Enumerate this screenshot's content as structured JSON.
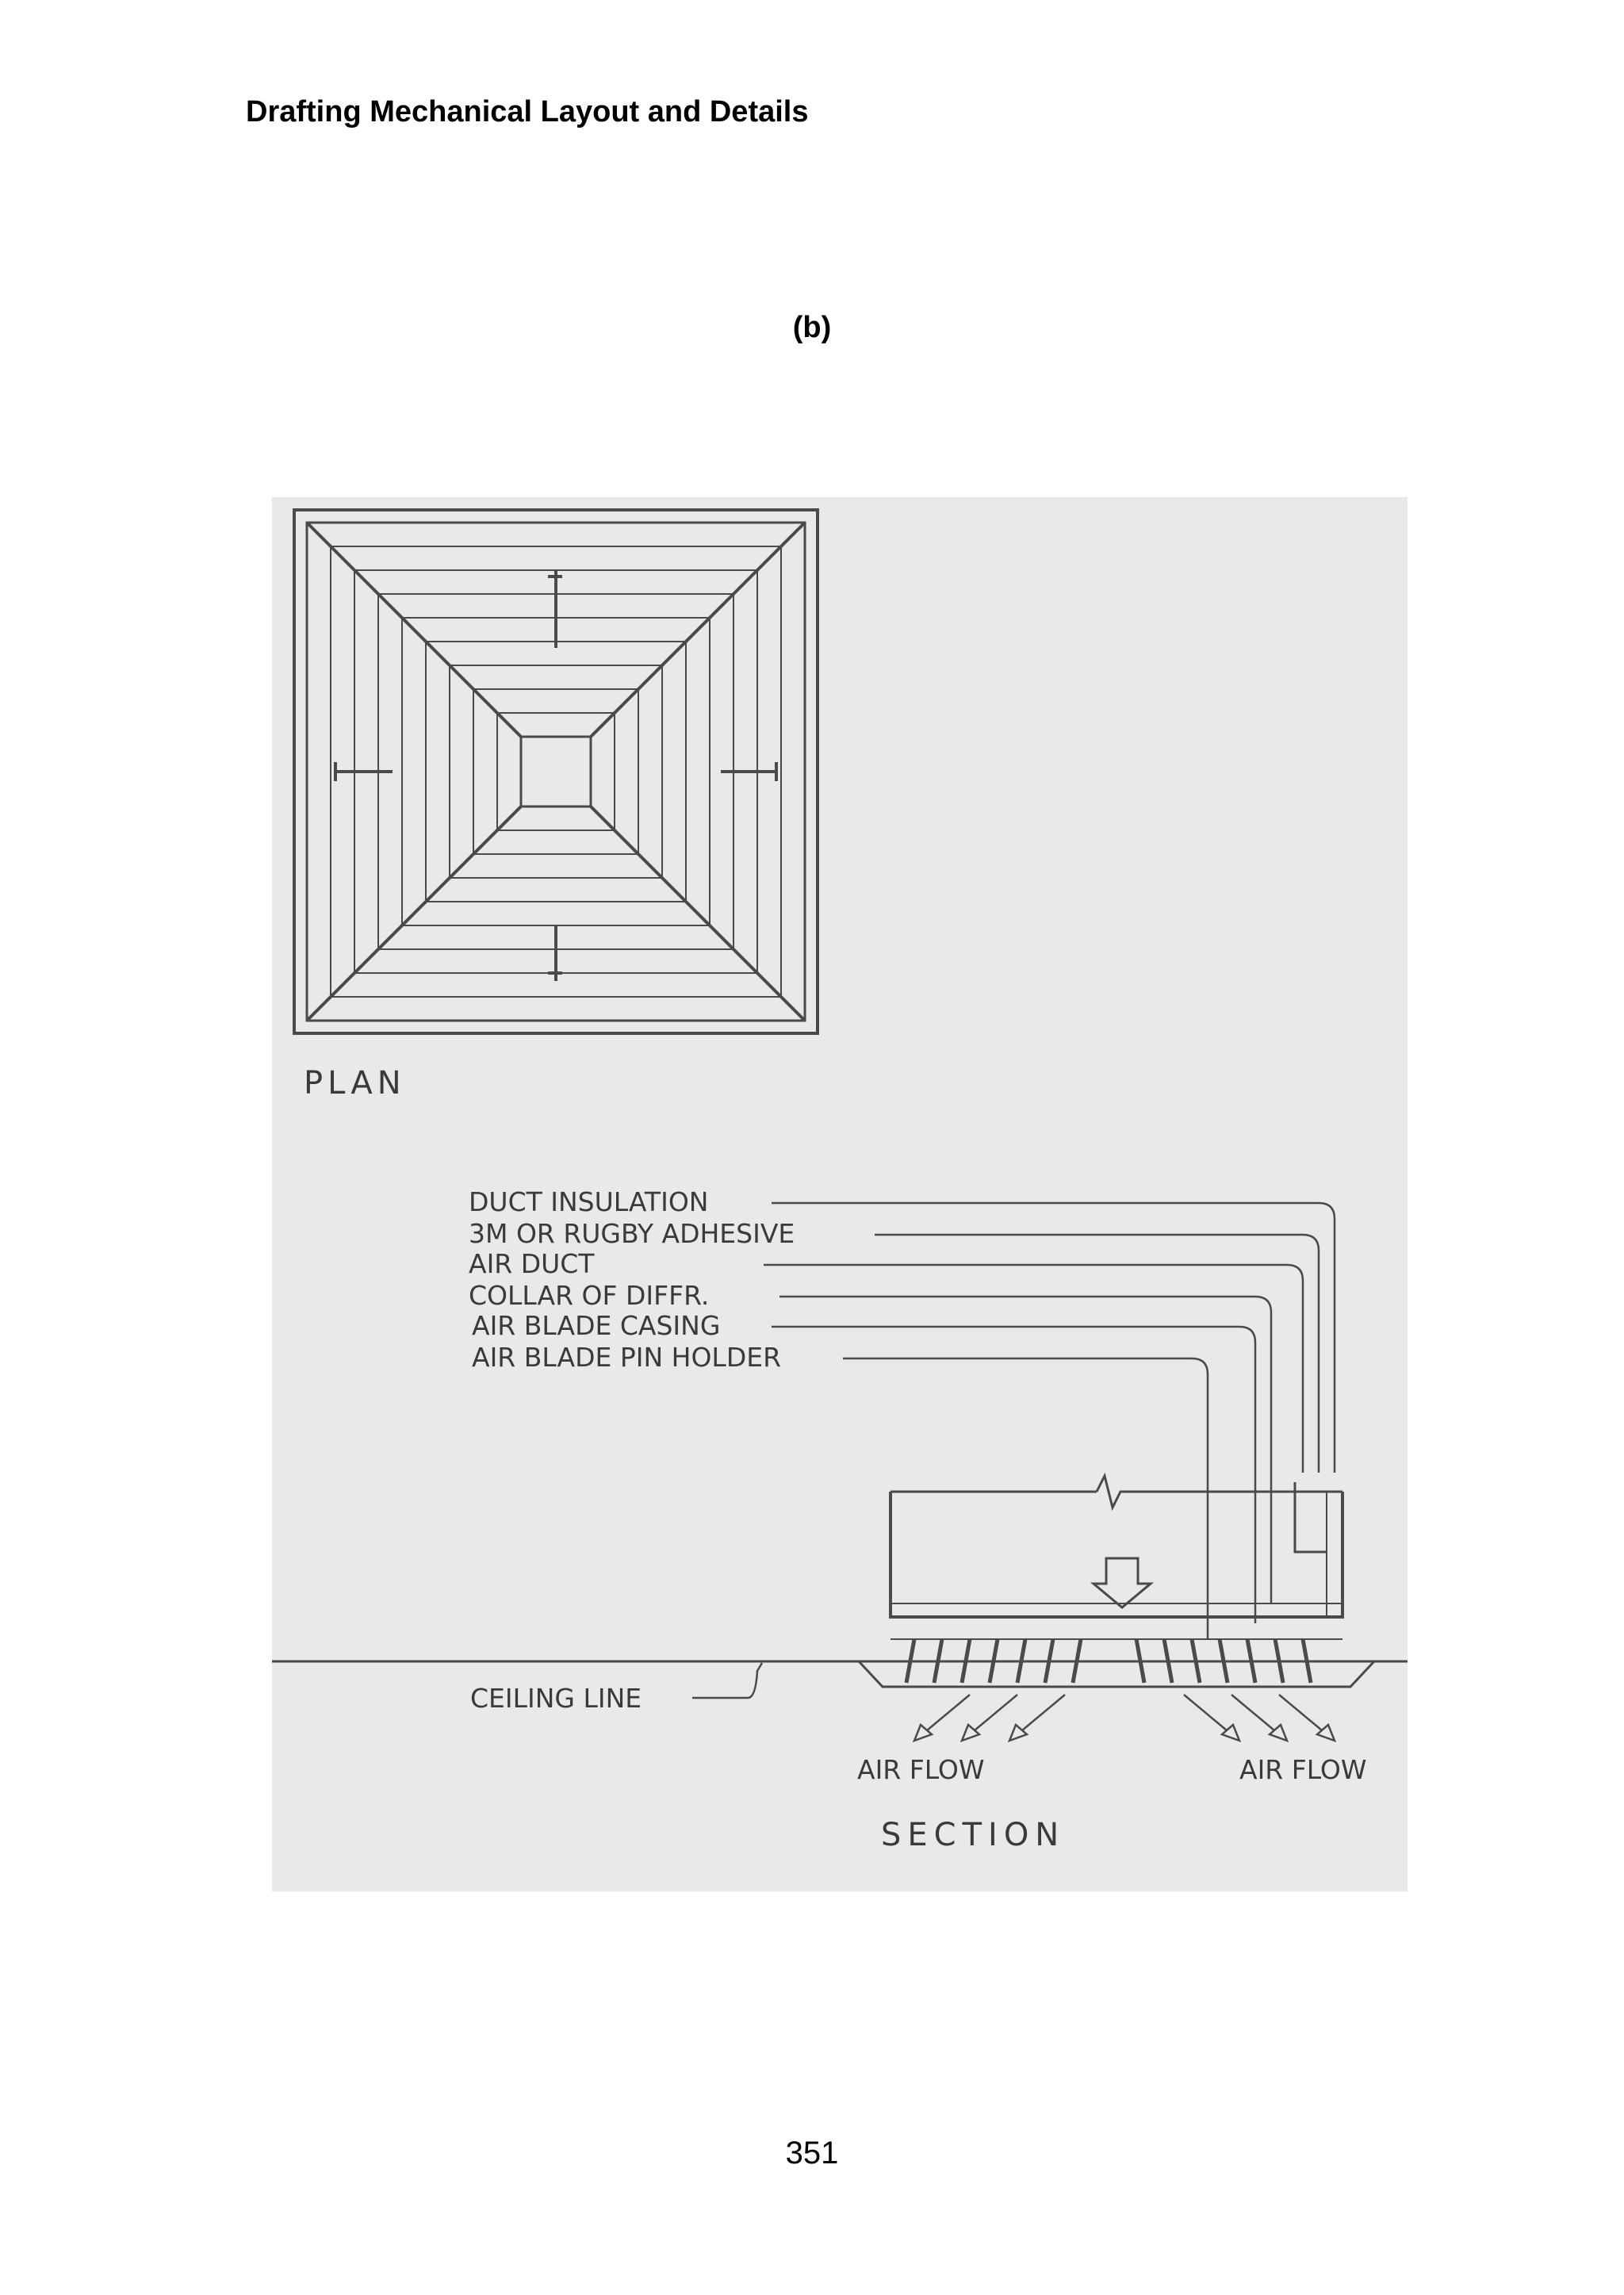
{
  "header": {
    "title": "Drafting Mechanical Layout and Details"
  },
  "figure": {
    "label": "(b)",
    "plan_title": "PLAN",
    "section_title": "SECTION",
    "callouts": [
      "DUCT INSULATION",
      "3M OR RUGBY ADHESIVE",
      "AIR DUCT",
      "COLLAR OF DIFFR.",
      "AIR BLADE CASING",
      "AIR BLADE PIN HOLDER"
    ],
    "ceiling_label": "CEILING LINE",
    "airflow_left": "AIR FLOW",
    "airflow_right": "AIR FLOW"
  },
  "footer": {
    "page_number": "351"
  }
}
